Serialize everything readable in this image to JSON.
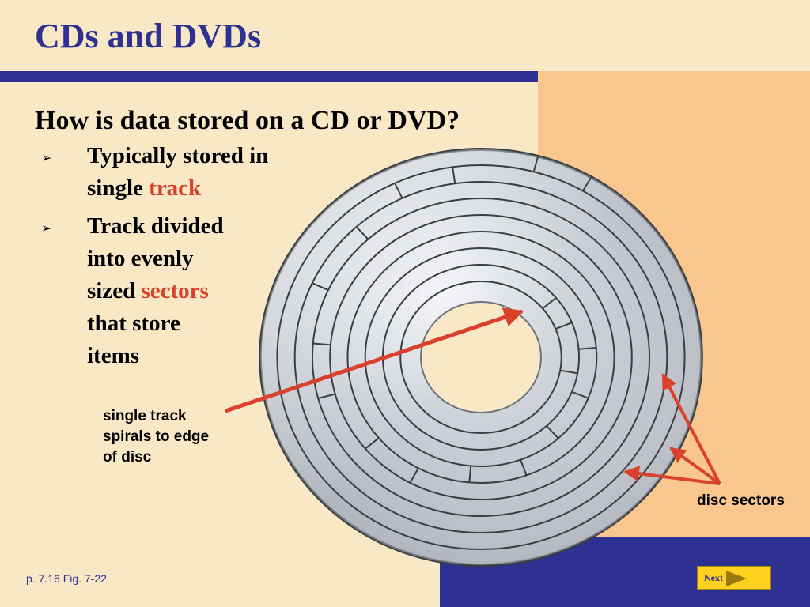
{
  "slide": {
    "title": "CDs and DVDs",
    "question": "How is data stored on a CD or DVD?",
    "bullets": [
      {
        "marker": "➢",
        "lines": [
          [
            "Typically stored in"
          ],
          [
            "single ",
            "track"
          ]
        ]
      },
      {
        "marker": "➢",
        "lines": [
          [
            "Track divided"
          ],
          [
            "into evenly"
          ],
          [
            "sized ",
            "sectors"
          ],
          [
            "that store"
          ],
          [
            "items"
          ]
        ]
      }
    ],
    "callouts": {
      "spiral": [
        "single track",
        "spirals to edge",
        "of disc"
      ],
      "sectors": "disc sectors"
    },
    "footer_ref": "p. 7.16 Fig. 7-22",
    "next_label": "Next"
  },
  "colors": {
    "background": "#f9e8c6",
    "accent_peach": "#f9c78e",
    "navy": "#2e3192",
    "highlight_red": "#d9412c",
    "arrow_red": "#d9412c",
    "next_button": "#ffd21f",
    "disc_silver": "#c8ccd3"
  },
  "icons": {
    "bullet": "arrowhead-bullet-icon",
    "next": "play-arrow-icon"
  }
}
